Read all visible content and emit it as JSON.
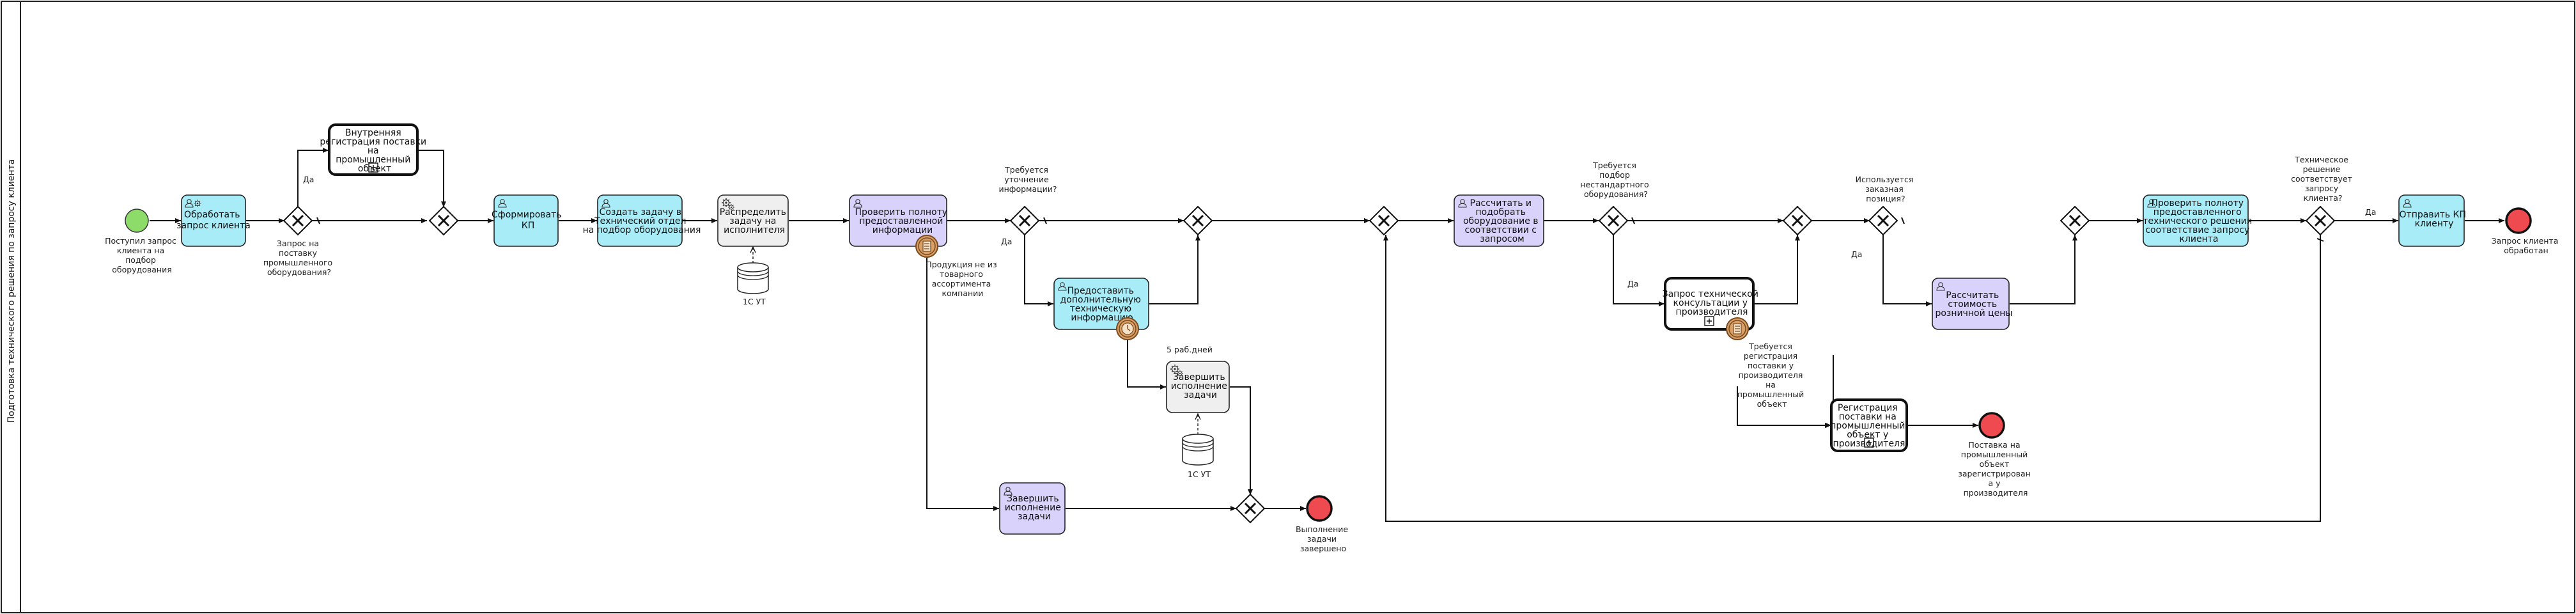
{
  "pool": {
    "label": "Подготовка технического решения по запросу клиента"
  },
  "colors": {
    "start": "#8ddc6a",
    "end": "#ef4a4f",
    "cyan": "#a8ecf8",
    "violet": "#d9d2fb",
    "gray": "#efefef",
    "subprocess": "#ffffff"
  },
  "events": {
    "start": [
      "Поступил запрос",
      "клиента на",
      "подбор",
      "оборудования"
    ],
    "end_done": [
      "Выполнение",
      "задачи",
      "завершено"
    ],
    "end_reg": [
      "Поставка на",
      "промышленный",
      "объект",
      "зарегистрирован",
      "а у",
      "производителя"
    ],
    "end_final": [
      "Запрос клиента",
      "обработан"
    ],
    "timer": [
      "5 раб.дней"
    ]
  },
  "tasks": {
    "process_request": [
      "Обработать",
      "запрос клиента"
    ],
    "internal_reg": [
      "Внутренняя",
      "регистрация поставки",
      "на",
      "промышленный",
      "объект"
    ],
    "form_kp": [
      "Сформировать",
      "КП"
    ],
    "create_task": [
      "Создать задачу в",
      "Технический отдел",
      "на подбор оборудования"
    ],
    "distribute": [
      "Распределить",
      "задачу на",
      "исполнителя"
    ],
    "check_info": [
      "Проверить полноту",
      "предоставленной",
      "информации"
    ],
    "provide_info": [
      "Предоставить",
      "дополнительную",
      "техническую",
      "информацию"
    ],
    "finish_task_service": [
      "Завершить",
      "исполнение",
      "задачи"
    ],
    "finish_task": [
      "Завершить",
      "исполнение",
      "задачи"
    ],
    "calc_select": [
      "Рассчитать и",
      "подобрать",
      "оборудование в",
      "соответствии с",
      "запросом"
    ],
    "tech_consult": [
      "Запрос технической",
      "консультации у",
      "производителя"
    ],
    "reg_supply": [
      "Регистрация",
      "поставки на",
      "промышленный",
      "объект у",
      "производителя"
    ],
    "calc_price": [
      "Рассчитать",
      "стоимость",
      "розничной цены"
    ],
    "check_solution": [
      "Проверить полноту",
      "предоставленного",
      "технического решения",
      "соответствие запросу",
      "клиента"
    ],
    "send_kp": [
      "Отправить КП",
      "клиенту"
    ]
  },
  "gateways": {
    "supply_request": [
      "Запрос на",
      "поставку",
      "промышленного",
      "оборудования?"
    ],
    "clarify": [
      "Требуется",
      "уточнение",
      "информации?"
    ],
    "nonstandard": [
      "Требуется",
      "подбор",
      "нестандартного",
      "оборудования?"
    ],
    "custom_item": [
      "Используется",
      "заказная",
      "позиция?"
    ],
    "solution_ok": [
      "Техническое",
      "решение",
      "соответствует",
      "запросу",
      "клиента?"
    ]
  },
  "annotations": {
    "not_in_catalog": [
      "Продукция не из",
      "товарного",
      "ассортимента",
      "компании"
    ],
    "registration_needed": [
      "Требуется",
      "регистрация",
      "поставки у",
      "производителя",
      "на",
      "промышленный",
      "объект"
    ]
  },
  "datastores": {
    "store1": "1С УТ",
    "store2": "1С УТ"
  },
  "flow_labels": {
    "yes": "Да"
  }
}
